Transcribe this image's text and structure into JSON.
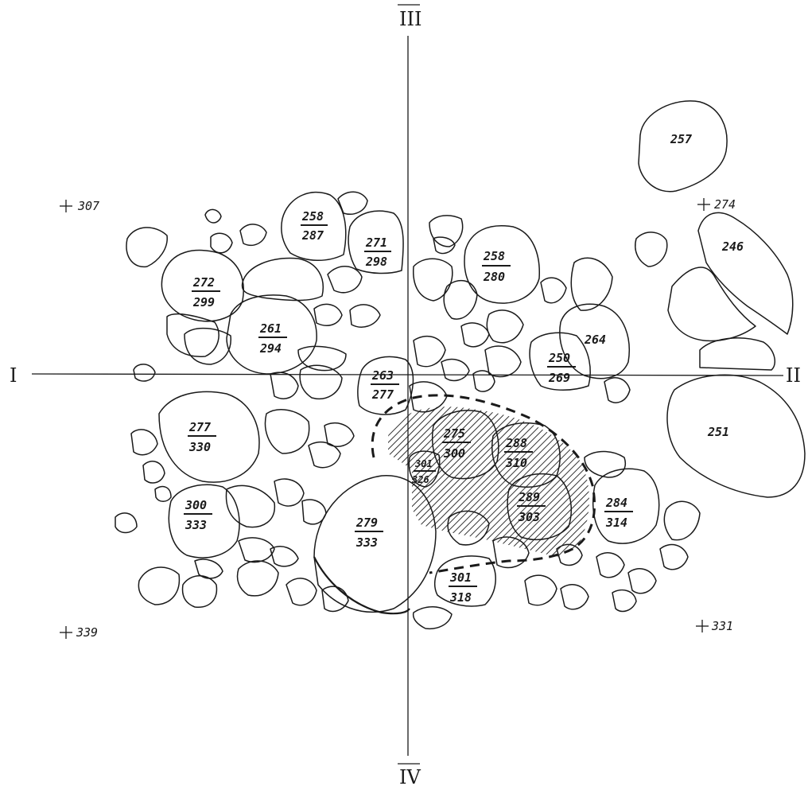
{
  "axes": {
    "north": "III",
    "east": "II",
    "south": "IV",
    "west": "I"
  },
  "corner_marks": {
    "top_left": "307",
    "top_right": "274",
    "bottom_left": "339",
    "bottom_right": "331"
  },
  "single_labels": {
    "s257": "257",
    "s246": "246",
    "s264": "264",
    "s251": "251"
  },
  "fraction_labels": [
    {
      "top": "258",
      "bottom": "287"
    },
    {
      "top": "271",
      "bottom": "298"
    },
    {
      "top": "258",
      "bottom": "280"
    },
    {
      "top": "272",
      "bottom": "299"
    },
    {
      "top": "261",
      "bottom": "294"
    },
    {
      "top": "250",
      "bottom": "269"
    },
    {
      "top": "263",
      "bottom": "277"
    },
    {
      "top": "277",
      "bottom": "330"
    },
    {
      "top": "275",
      "bottom": "300"
    },
    {
      "top": "288",
      "bottom": "310"
    },
    {
      "top": "301",
      "bottom": "326"
    },
    {
      "top": "300",
      "bottom": "333"
    },
    {
      "top": "279",
      "bottom": "333"
    },
    {
      "top": "289",
      "bottom": "303"
    },
    {
      "top": "284",
      "bottom": "314"
    },
    {
      "top": "301",
      "bottom": "318"
    }
  ]
}
